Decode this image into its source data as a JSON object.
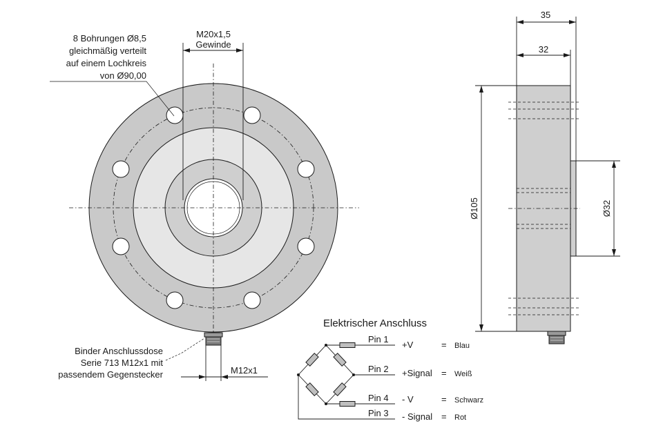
{
  "front_view": {
    "holes_note": {
      "line1": "8 Bohrungen Ø8,5",
      "line2": "gleichmäßig verteilt",
      "line3": "auf einem Lochkreis",
      "line4": "von Ø90,00"
    },
    "thread_label": {
      "line1": "M20x1,5",
      "line2": "Gewinde"
    },
    "connector_note": {
      "line1": "Binder Anschlussdose",
      "line2": "Serie 713 M12x1 mit",
      "line3": "passendem Gegenstecker"
    },
    "connector_dim": "M12x1"
  },
  "side_view": {
    "dim_width_total": "35",
    "dim_width_body": "32",
    "dim_diameter_outer": "Ø105",
    "dim_diameter_hub": "Ø32"
  },
  "wiring": {
    "title": "Elektrischer Anschluss",
    "pins": [
      {
        "pin": "Pin 1",
        "signal": "+V",
        "eq": "=",
        "color": "Blau"
      },
      {
        "pin": "Pin 2",
        "signal": "+Signal",
        "eq": "=",
        "color": "Weiß"
      },
      {
        "pin": "Pin 4",
        "signal": "- V",
        "eq": "=",
        "color": "Schwarz"
      },
      {
        "pin": "Pin 3",
        "signal": "- Signal",
        "eq": "=",
        "color": "Rot"
      }
    ]
  },
  "colors": {
    "outer_ring": "#c9c9c9",
    "mid_ring": "#e6e6e6",
    "inner_flange": "#cfcfcf",
    "side_body": "#cfcfcf",
    "resistor": "#bfbfbf",
    "line": "#1a1a1a"
  }
}
